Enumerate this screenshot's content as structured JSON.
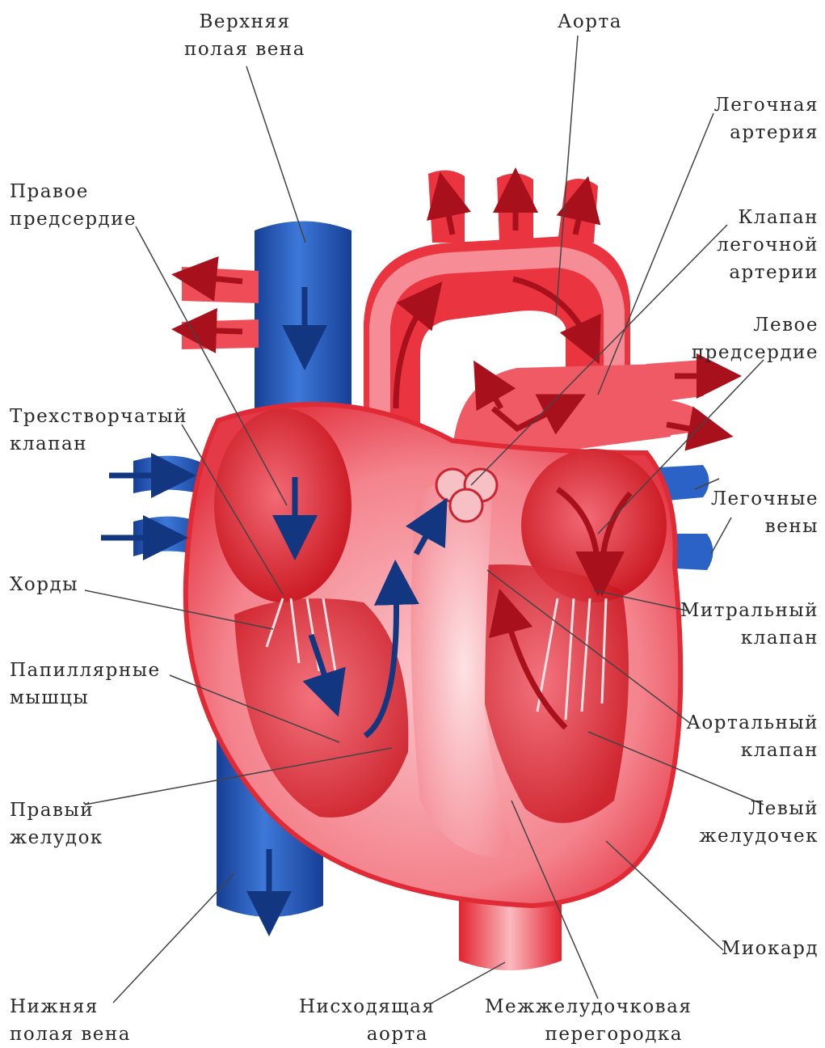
{
  "labels": {
    "superior_vena_cava": [
      "Верхняя",
      "полая вена"
    ],
    "aorta": [
      "Аорта"
    ],
    "pulmonary_artery": [
      "Легочная",
      "артерия"
    ],
    "right_atrium": [
      "Правое",
      "предсердие"
    ],
    "pulmonary_valve": [
      "Клапан",
      "легочной",
      "артерии"
    ],
    "left_atrium": [
      "Левое",
      "предсердие"
    ],
    "tricuspid_valve": [
      "Трехстворчатый",
      "клапан"
    ],
    "pulmonary_veins": [
      "Легочные",
      "вены"
    ],
    "chordae": [
      "Хорды"
    ],
    "mitral_valve": [
      "Митральный",
      "клапан"
    ],
    "papillary_muscles": [
      "Папиллярные",
      "мышцы"
    ],
    "aortic_valve": [
      "Аортальный",
      "клапан"
    ],
    "right_ventricle": [
      "Правый",
      "желудок"
    ],
    "left_ventricle": [
      "Левый",
      "желудочек"
    ],
    "myocardium": [
      "Миокард"
    ],
    "inferior_vena_cava": [
      "Нижняя",
      "полая вена"
    ],
    "descending_aorta": [
      "Нисходящая",
      "аорта"
    ],
    "septum": [
      "Межжелудочковая",
      "перегородка"
    ]
  },
  "colors": {
    "oxygenated": "#e8303c",
    "oxygenated_light": "#f7a3ab",
    "deoxygenated": "#1d4fb0",
    "arrow_red": "#a8101c",
    "arrow_blue": "#12367f",
    "leader_line": "#444444"
  }
}
